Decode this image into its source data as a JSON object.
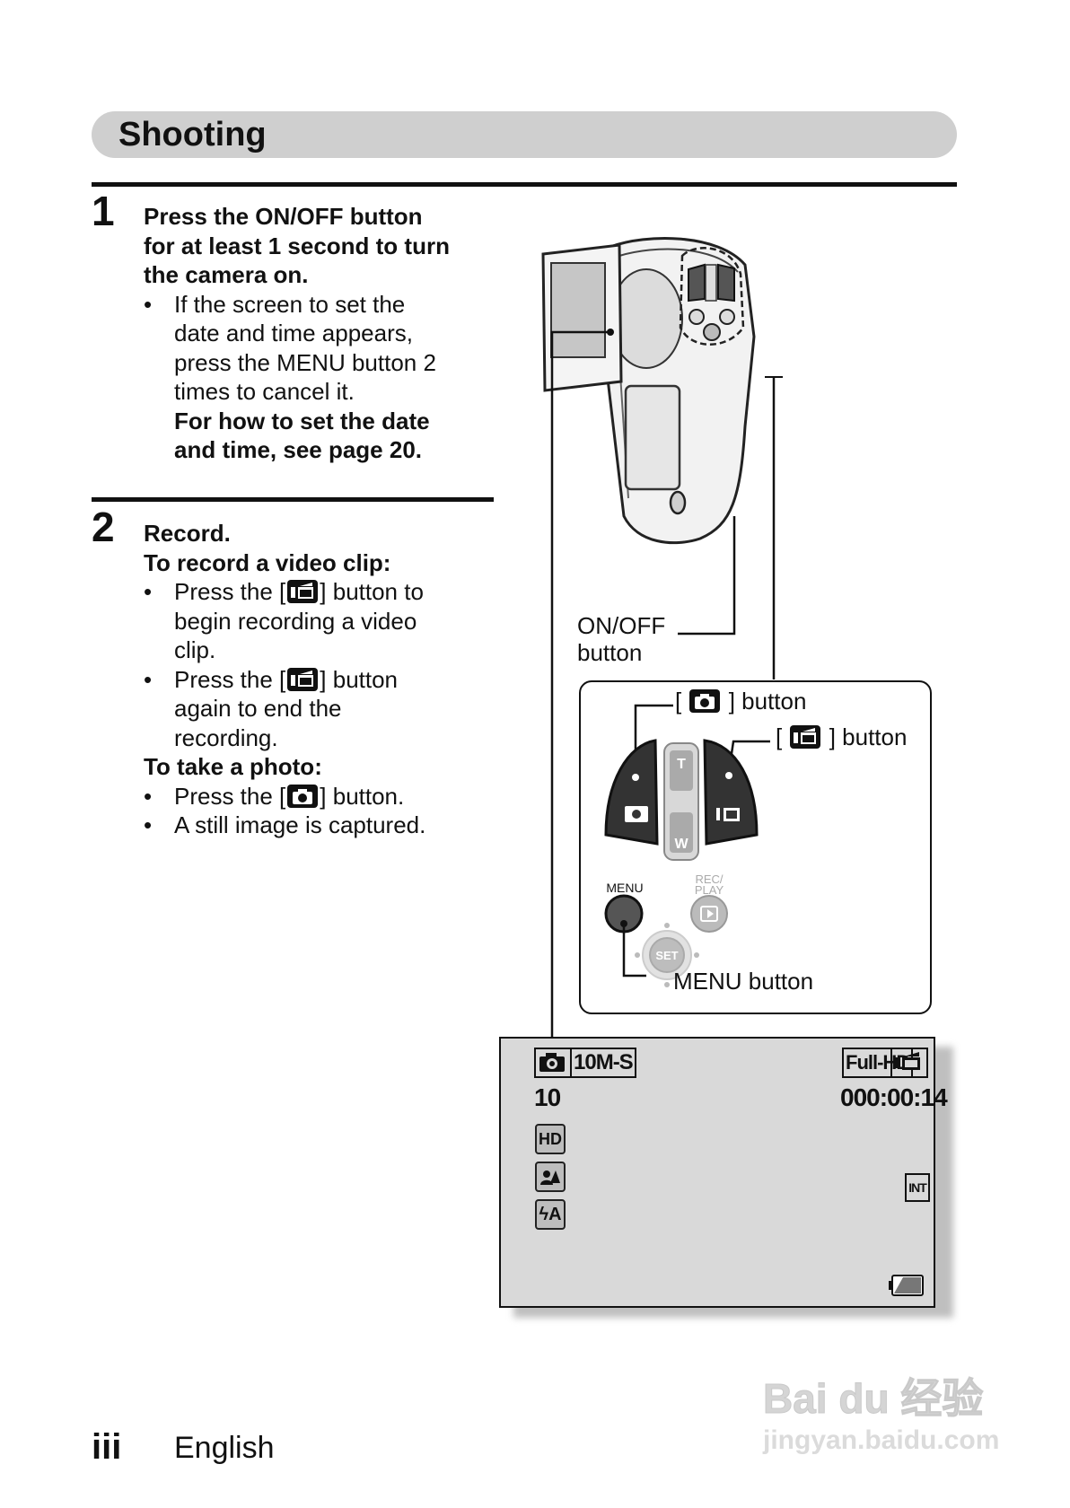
{
  "header": {
    "title": "Shooting"
  },
  "step1": {
    "number": "1",
    "heading_lines": [
      "Press the ON/OFF button",
      "for at least 1 second to turn",
      "the camera on."
    ],
    "bullet_lines": [
      "If the screen to set the",
      "date and time appears,",
      "press the MENU button 2",
      "times to cancel it."
    ],
    "note_lines": [
      "For how to set the date",
      "and time, see page 20."
    ]
  },
  "step2": {
    "number": "2",
    "heading": "Record.",
    "video_heading": "To record a video clip:",
    "video_b1": {
      "pre": "Press the [",
      "post": "] button to",
      "line2": "begin recording a video",
      "line3": "clip."
    },
    "video_b2": {
      "pre": "Press the [",
      "post": "] button",
      "line2": "again to end the",
      "line3": "recording."
    },
    "photo_heading": "To take a photo:",
    "photo_b1": {
      "pre": "Press the [",
      "post": "] button."
    },
    "photo_b2": "A still image is captured."
  },
  "bullet_char": "•",
  "diagram": {
    "onoff_label_line1": "ON/OFF",
    "onoff_label_line2": "button",
    "photo_button_label": {
      "pre": "[",
      "post": "] button"
    },
    "video_button_label": {
      "pre": "[",
      "post": "] button"
    },
    "menu_button_label": "MENU button",
    "menu_small": "MENU",
    "recplay_line1": "REC/",
    "recplay_line2": "PLAY",
    "set_label": "SET",
    "zoom_t": "T",
    "zoom_w": "W"
  },
  "lcd": {
    "mode_badge": "10M-S",
    "shots_remaining": "10",
    "video_quality": "Full-HD",
    "time_counter": "000:00:14",
    "icon_hd": "HD",
    "icon_flash": "ϟA",
    "icon_int": "INT"
  },
  "footer": {
    "page_numeral": "iii",
    "language": "English"
  },
  "watermark": {
    "brand": "Bai du 经验",
    "url": "jingyan.baidu.com"
  },
  "colors": {
    "header_bg": "#cfcfcf",
    "lcd_bg": "#d9d9d9",
    "ink": "#111111"
  }
}
